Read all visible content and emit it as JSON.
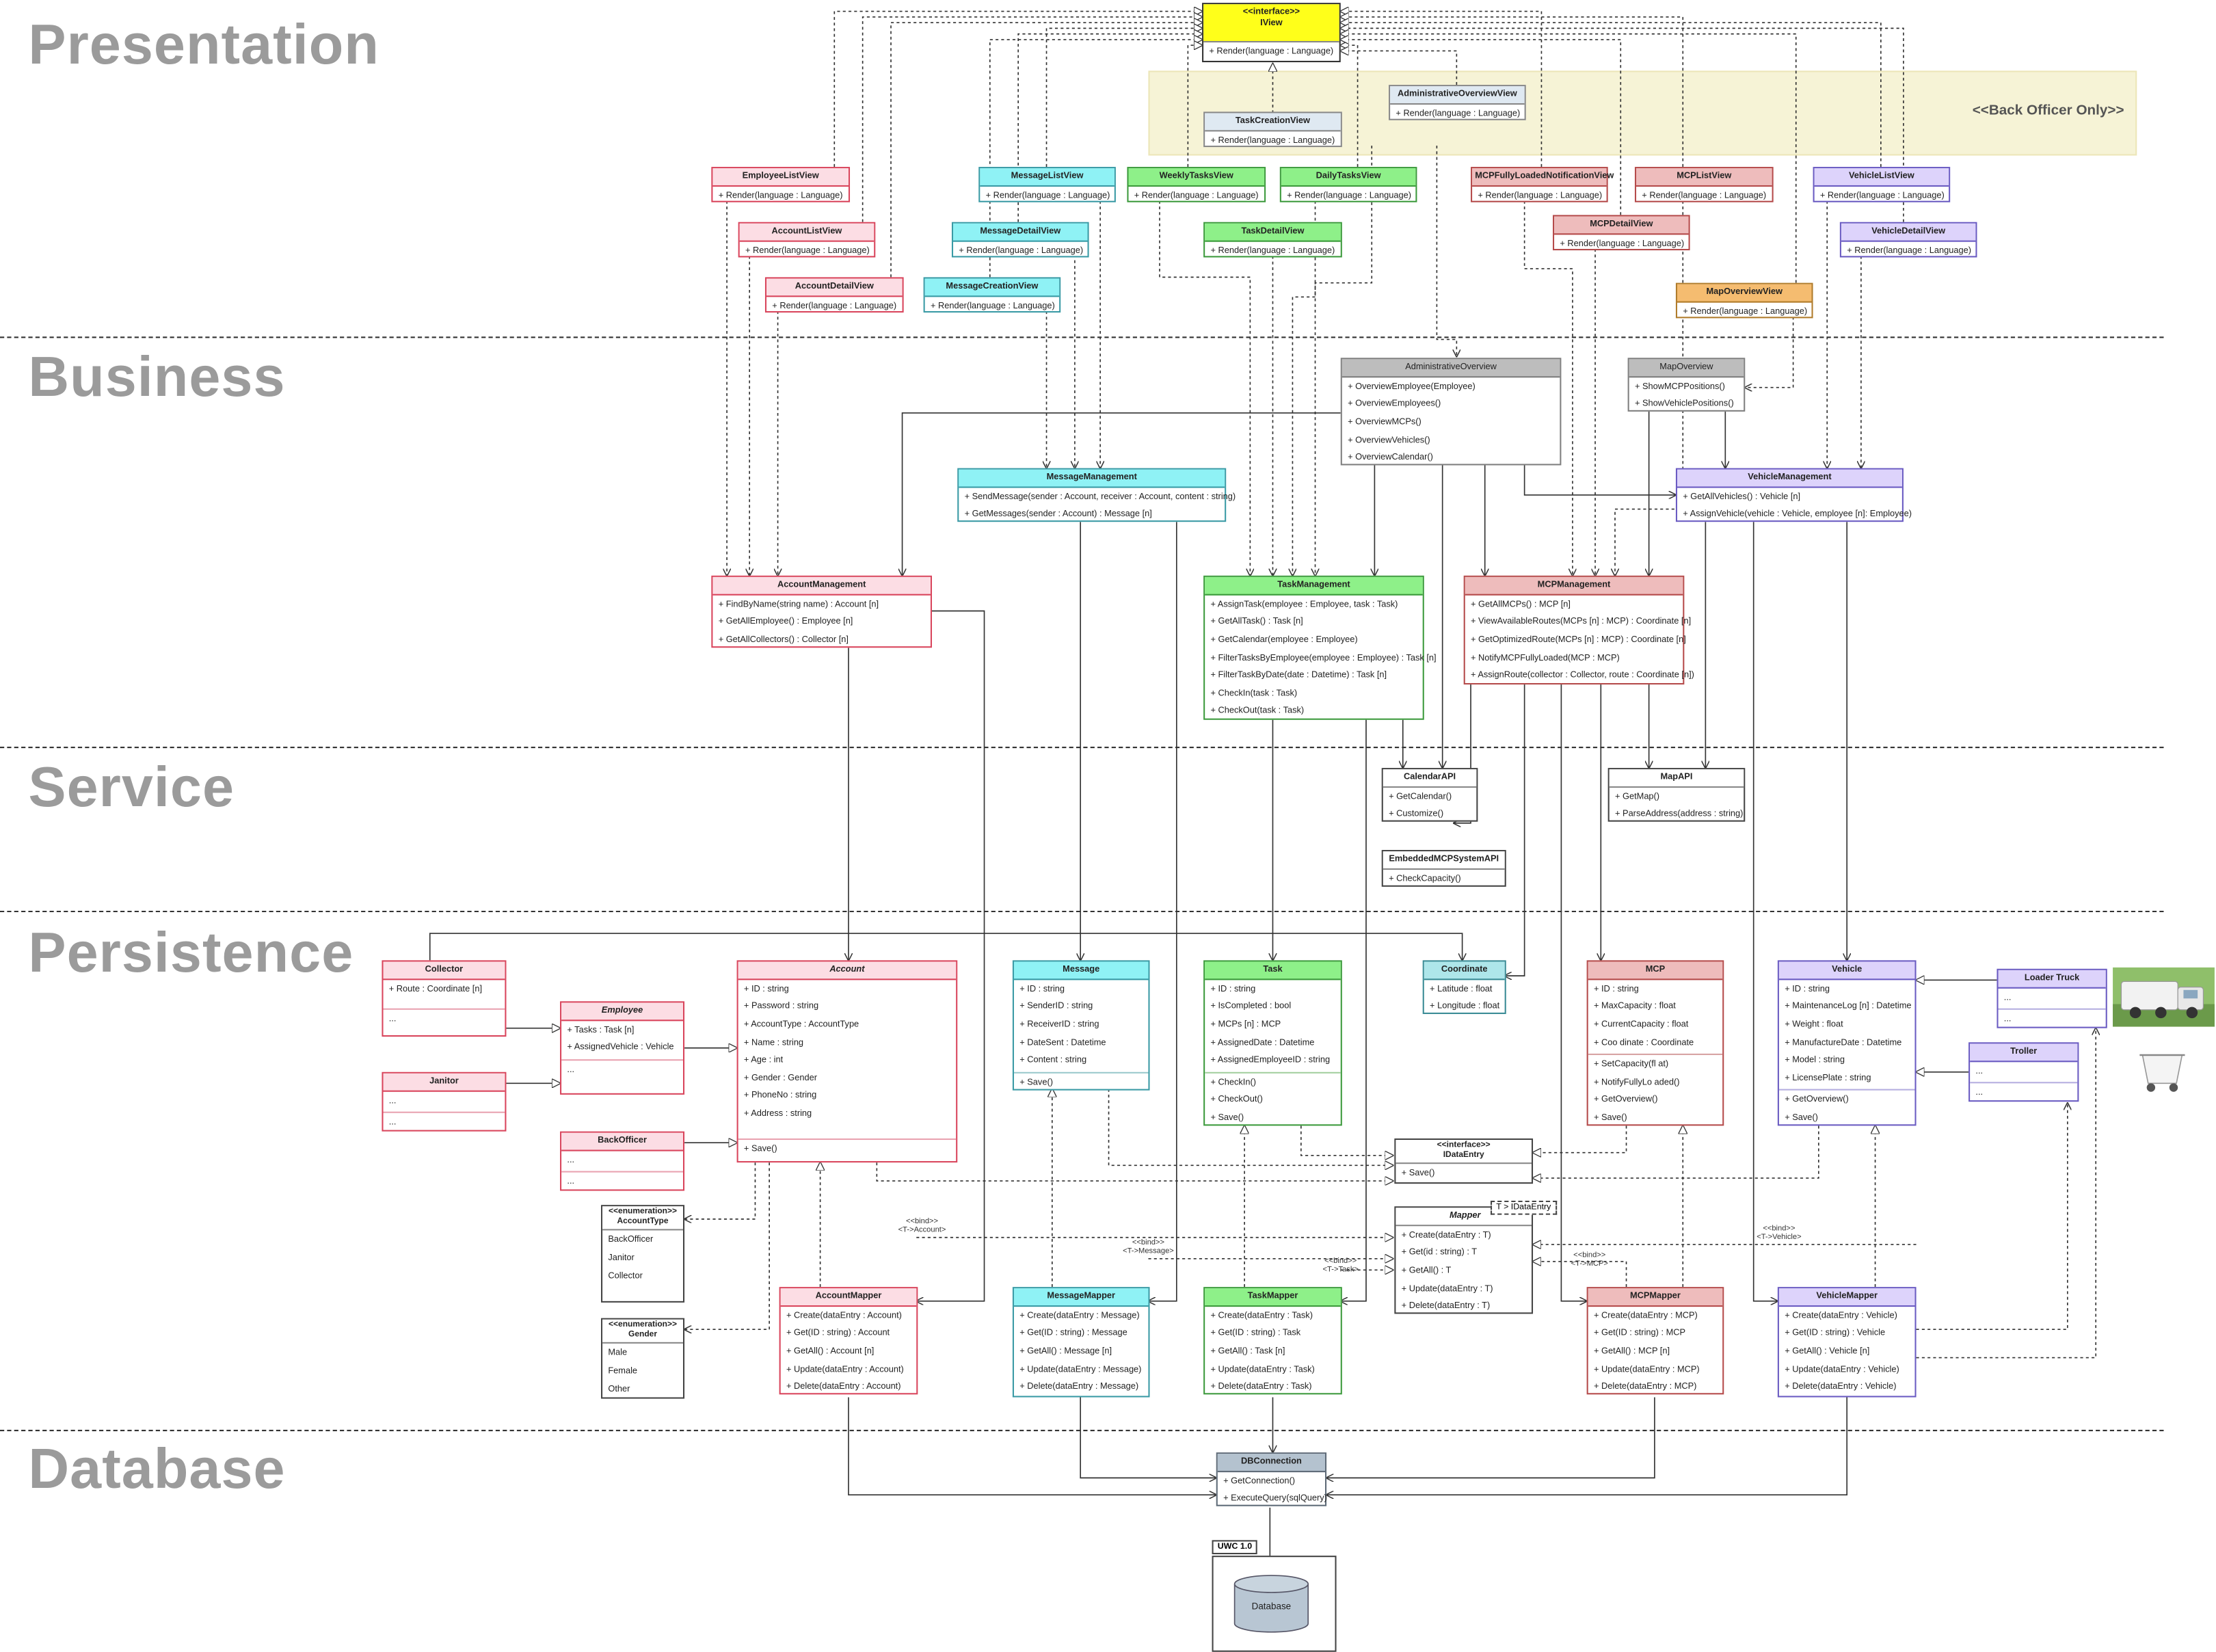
{
  "layers": {
    "presentation": "Presentation",
    "business": "Business",
    "service": "Service",
    "persistence": "Persistence",
    "database": "Database"
  },
  "back_officer_zone": "<<Back Officer Only>>",
  "colors": {
    "view_pink": "#fcdde4",
    "view_cyan": "#8ff2f5",
    "view_green": "#8ef089",
    "view_red": "#eebcbc",
    "view_lavender": "#ddd3fb",
    "view_orange": "#f5bc70",
    "interface_yellow": "#ffff1a",
    "layer_label": "#9b9b9b"
  },
  "classes": {
    "iview": {
      "stereotype": "<<interface>>",
      "name": "IView",
      "ops": [
        "+ Render(language : Language)"
      ]
    },
    "admin_overview_view": {
      "name": "AdministrativeOverviewView",
      "ops": [
        "+ Render(language : Language)"
      ]
    },
    "task_creation_view": {
      "name": "TaskCreationView",
      "ops": [
        "+ Render(language : Language)"
      ]
    },
    "employee_list_view": {
      "name": "EmployeeListView",
      "ops": [
        "+ Render(language : Language)"
      ]
    },
    "account_list_view": {
      "name": "AccountListView",
      "ops": [
        "+ Render(language : Language)"
      ]
    },
    "account_detail_view": {
      "name": "AccountDetailView",
      "ops": [
        "+ Render(language : Language)"
      ]
    },
    "message_list_view": {
      "name": "MessageListView",
      "ops": [
        "+ Render(language : Language)"
      ]
    },
    "message_detail_view": {
      "name": "MessageDetailView",
      "ops": [
        "+ Render(language : Language)"
      ]
    },
    "message_creation_view": {
      "name": "MessageCreationView",
      "ops": [
        "+ Render(language : Language)"
      ]
    },
    "weekly_tasks_view": {
      "name": "WeeklyTasksView",
      "ops": [
        "+ Render(language : Language)"
      ]
    },
    "daily_tasks_view": {
      "name": "DailyTasksView",
      "ops": [
        "+ Render(language : Language)"
      ]
    },
    "task_detail_view": {
      "name": "TaskDetailView",
      "ops": [
        "+ Render(language : Language)"
      ]
    },
    "mcp_fully_loaded_view": {
      "name": "MCPFullyLoadedNotificationView",
      "ops": [
        "+ Render(language : Language)"
      ]
    },
    "mcp_list_view": {
      "name": "MCPListView",
      "ops": [
        "+ Render(language : Language)"
      ]
    },
    "mcp_detail_view": {
      "name": "MCPDetailView",
      "ops": [
        "+ Render(language : Language)"
      ]
    },
    "vehicle_list_view": {
      "name": "VehicleListView",
      "ops": [
        "+ Render(language : Language)"
      ]
    },
    "vehicle_detail_view": {
      "name": "VehicleDetailView",
      "ops": [
        "+ Render(language : Language)"
      ]
    },
    "map_overview_view": {
      "name": "MapOverviewView",
      "ops": [
        "+ Render(language : Language)"
      ]
    },
    "administrative_overview": {
      "name": "AdministrativeOverview",
      "ops": [
        "+ OverviewEmployee(Employee)",
        "+ OverviewEmployees()",
        "+ OverviewMCPs()",
        "+ OverviewVehicles()",
        "+ OverviewCalendar()"
      ]
    },
    "map_overview": {
      "name": "MapOverview",
      "ops": [
        "+ ShowMCPPositions()",
        "+ ShowVehiclePositions()"
      ]
    },
    "message_management": {
      "name": "MessageManagement",
      "ops": [
        "+ SendMessage(sender : Account, receiver : Account, content : string)",
        "+ GetMessages(sender : Account) : Message [n]"
      ]
    },
    "vehicle_management": {
      "name": "VehicleManagement",
      "ops": [
        "+ GetAllVehicles() : Vehicle [n]",
        "+ AssignVehicle(vehicle : Vehicle, employee [n]: Employee)"
      ]
    },
    "account_management": {
      "name": "AccountManagement",
      "ops": [
        "+ FindByName(string name) : Account [n]",
        "+ GetAllEmployee() : Employee [n]",
        "+ GetAllCollectors() : Collector [n]"
      ]
    },
    "task_management": {
      "name": "TaskManagement",
      "ops": [
        "+ AssignTask(employee : Employee, task : Task)",
        "+ GetAllTask() : Task [n]",
        "+ GetCalendar(employee : Employee)",
        "+ FilterTasksByEmployee(employee : Employee) : Task [n]",
        "+ FilterTaskByDate(date : Datetime) : Task [n]",
        "+ CheckIn(task : Task)",
        "+ CheckOut(task : Task)"
      ]
    },
    "mcp_management": {
      "name": "MCPManagement",
      "ops": [
        "+ GetAllMCPs() : MCP [n]",
        "+ ViewAvailableRoutes(MCPs [n] : MCP) : Coordinate [n]",
        "+ GetOptimizedRoute(MCPs [n] : MCP) : Coordinate [n]",
        "+ NotifyMCPFullyLoaded(MCP : MCP)",
        "+ AssignRoute(collector : Collector, route : Coordinate [n])"
      ]
    },
    "calendar_api": {
      "name": "CalendarAPI",
      "ops": [
        "+ GetCalendar()",
        "+ Customize()"
      ]
    },
    "map_api": {
      "name": "MapAPI",
      "ops": [
        "+ GetMap()",
        "+ ParseAddress(address : string)"
      ]
    },
    "embedded_mcp_api": {
      "name": "EmbeddedMCPSystemAPI",
      "ops": [
        "+ CheckCapacity()"
      ]
    },
    "collector": {
      "name": "Collector",
      "attrs": [
        "+ Route : Coordinate [n]"
      ],
      "ops": [
        "..."
      ]
    },
    "employee": {
      "name": "Employee",
      "attrs": [
        "+ Tasks : Task [n]",
        "+ AssignedVehicle : Vehicle"
      ],
      "ops": [
        "..."
      ]
    },
    "janitor": {
      "name": "Janitor",
      "attrs": [
        "..."
      ],
      "ops": [
        "..."
      ]
    },
    "back_officer": {
      "name": "BackOfficer",
      "attrs": [
        "..."
      ],
      "ops": [
        "..."
      ]
    },
    "account": {
      "name": "Account",
      "attrs": [
        "+ ID : string",
        "+ Password : string",
        "+ AccountType : AccountType",
        "+ Name : string",
        "+ Age : int",
        "+ Gender : Gender",
        "+ PhoneNo : string",
        "+ Address : string"
      ],
      "ops": [
        "+ Save()"
      ]
    },
    "message": {
      "name": "Message",
      "attrs": [
        "+ ID : string",
        "+ SenderID : string",
        "+ ReceiverID : string",
        "+ DateSent : Datetime",
        "+ Content : string"
      ],
      "ops": [
        "+ Save()"
      ]
    },
    "task": {
      "name": "Task",
      "attrs": [
        "+ ID : string",
        "+ IsCompleted : bool",
        "+ MCPs [n] : MCP",
        "+ AssignedDate : Datetime",
        "+ AssignedEmployeeID : string"
      ],
      "ops": [
        "+ CheckIn()",
        "+ CheckOut()",
        "+ Save()"
      ]
    },
    "coordinate": {
      "name": "Coordinate",
      "attrs": [
        "+ Latitude : float",
        "+ Longitude : float"
      ]
    },
    "mcp": {
      "name": "MCP",
      "attrs": [
        "+ ID : string",
        "+ MaxCapacity : float",
        "+ CurrentCapacity : float",
        "+ Coo dinate : Coordinate"
      ],
      "ops": [
        "+ SetCapacity(fl at)",
        "+ NotifyFullyLo aded()",
        "+ GetOverview()",
        "+ Save()"
      ]
    },
    "vehicle": {
      "name": "Vehicle",
      "attrs": [
        "+ ID : string",
        "+ MaintenanceLog [n] : Datetime",
        "+ Weight : float",
        "+ ManufactureDate : Datetime",
        "+ Model : string",
        "+ LicensePlate : string"
      ],
      "ops": [
        "+ GetOverview()",
        "+ Save()"
      ]
    },
    "loader_truck": {
      "name": "Loader Truck",
      "attrs": [
        "..."
      ],
      "ops": [
        "..."
      ]
    },
    "troller": {
      "name": "Troller",
      "attrs": [
        "..."
      ],
      "ops": [
        "..."
      ]
    },
    "idataentry": {
      "stereotype": "<<interface>>",
      "name": "IDataEntry",
      "ops": [
        "+ Save()"
      ]
    },
    "mapper": {
      "name": "Mapper",
      "template": "T > IDataEntry",
      "ops": [
        "+ Create(dataEntry : T)",
        "+ Get(id : string) : T",
        "+ GetAll() : T",
        "+ Update(dataEntry : T)",
        "+ Delete(dataEntry : T)"
      ]
    },
    "account_type": {
      "stereotype": "<<enumeration>>",
      "name": "AccountType",
      "values": [
        "BackOfficer",
        "Janitor",
        "Collector"
      ]
    },
    "gender": {
      "stereotype": "<<enumeration>>",
      "name": "Gender",
      "values": [
        "Male",
        "Female",
        "Other"
      ]
    },
    "account_mapper": {
      "name": "AccountMapper",
      "ops": [
        "+ Create(dataEntry : Account)",
        "+ Get(ID : string) : Account",
        "+ GetAll() : Account [n]",
        "+ Update(dataEntry : Account)",
        "+ Delete(dataEntry : Account)"
      ]
    },
    "message_mapper": {
      "name": "MessageMapper",
      "ops": [
        "+ Create(dataEntry : Message)",
        "+ Get(ID : string) : Message",
        "+ GetAll() : Message [n]",
        "+ Update(dataEntry : Message)",
        "+ Delete(dataEntry : Message)"
      ]
    },
    "task_mapper": {
      "name": "TaskMapper",
      "ops": [
        "+ Create(dataEntry : Task)",
        "+ Get(ID : string) : Task",
        "+ GetAll() : Task [n]",
        "+ Update(dataEntry : Task)",
        "+ Delete(dataEntry : Task)"
      ]
    },
    "mcp_mapper": {
      "name": "MCPMapper",
      "ops": [
        "+ Create(dataEntry : MCP)",
        "+ Get(ID : string) : MCP",
        "+ GetAll() : MCP [n]",
        "+ Update(dataEntry : MCP)",
        "+ Delete(dataEntry : MCP)"
      ]
    },
    "vehicle_mapper": {
      "name": "VehicleMapper",
      "ops": [
        "+ Create(dataEntry : Vehicle)",
        "+ Get(ID : string) : Vehicle",
        "+ GetAll() : Vehicle [n]",
        "+ Update(dataEntry : Vehicle)",
        "+ Delete(dataEntry : Vehicle)"
      ]
    },
    "db_connection": {
      "name": "DBConnection",
      "ops": [
        "+ GetConnection()",
        "+ ExecuteQuery(sqlQuery)"
      ]
    }
  },
  "bind_notes": {
    "account": "<<bind>>\n<T->Account>",
    "message": "<<bind>>\n<T->Message>",
    "task": "<<bind>>\n<T->Task>",
    "mcp": "<<bind>>\n<T->MCP>",
    "vehicle": "<<bind>>\n<T->Vehicle>"
  },
  "package": {
    "label": "UWC 1.0"
  },
  "database": {
    "label": "Database"
  }
}
